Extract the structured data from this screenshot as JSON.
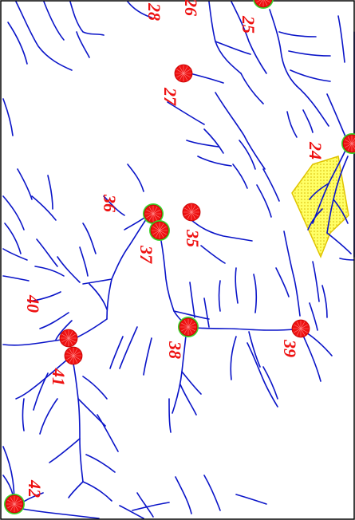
{
  "colors": {
    "stream": "#0a14c8",
    "point_fill": "#ee1111",
    "point_ring": "#3ad42a",
    "label": "#ee1111",
    "zone_fill": "#ffff66",
    "zone_stroke": "#e0c400",
    "frame": "#000000"
  },
  "points": [
    {
      "id": "p24",
      "label": "24",
      "ringed": true
    },
    {
      "id": "p25",
      "label": "25",
      "ringed": true
    },
    {
      "id": "p26",
      "label": "26",
      "ringed": false
    },
    {
      "id": "p27",
      "label": "27",
      "ringed": false
    },
    {
      "id": "p28",
      "label": "28",
      "ringed": false
    },
    {
      "id": "p35",
      "label": "35",
      "ringed": false
    },
    {
      "id": "p36",
      "label": "36",
      "ringed": true
    },
    {
      "id": "p37",
      "label": "37",
      "ringed": true
    },
    {
      "id": "p38",
      "label": "38",
      "ringed": true
    },
    {
      "id": "p39",
      "label": "39",
      "ringed": false
    },
    {
      "id": "p40",
      "label": "40",
      "ringed": false
    },
    {
      "id": "p41",
      "label": "41",
      "ringed": false
    },
    {
      "id": "p42",
      "label": "42",
      "ringed": true
    }
  ]
}
